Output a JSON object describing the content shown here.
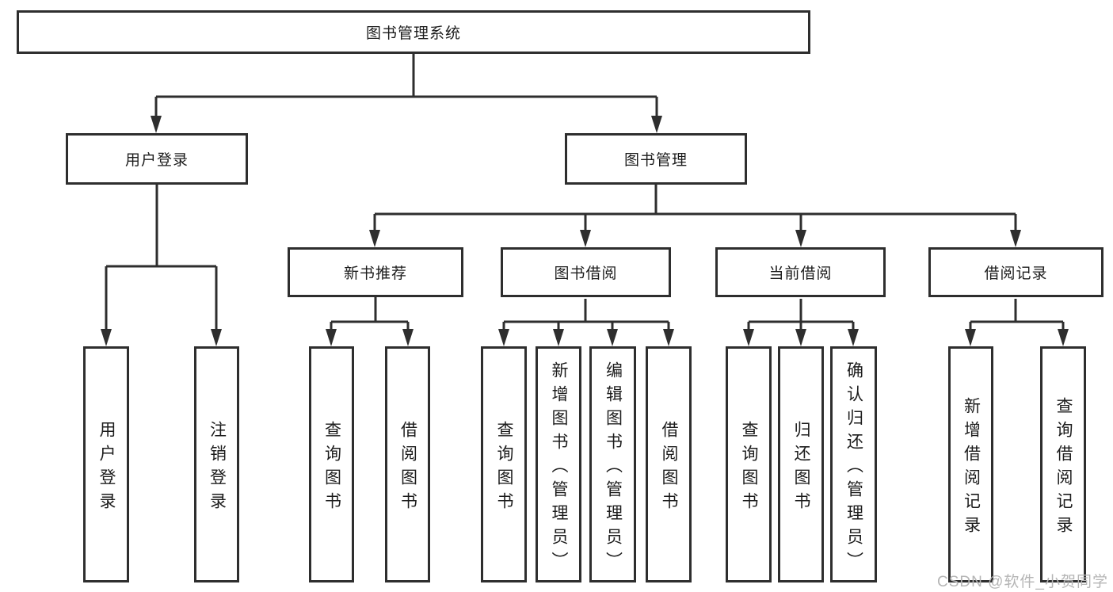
{
  "diagram": {
    "root": "图书管理系统",
    "level2": {
      "user_login": "用户登录",
      "book_management": "图书管理"
    },
    "level3": {
      "new_book_recommend": "新书推荐",
      "book_borrow": "图书借阅",
      "current_borrow": "当前借阅",
      "borrow_record": "借阅记录"
    },
    "leaves": {
      "user_login": "用户登录",
      "logout": "注销登录",
      "nb_query_book": "查询图书",
      "nb_borrow_book": "借阅图书",
      "bb_query_book": "查询图书",
      "bb_add_book": "新增图书（管理员）",
      "bb_edit_book": "编辑图书（管理员）",
      "bb_borrow_book": "借阅图书",
      "cb_query_book": "查询图书",
      "cb_return_book": "归还图书",
      "cb_confirm_return": "确认归还（管理员）",
      "br_add_record": "新增借阅记录",
      "br_query_record": "查询借阅记录"
    }
  },
  "watermark": {
    "text": "CSDN @软件_小贺同学",
    "color": "#b5b5b5"
  },
  "colors": {
    "line": "#2e2e2e",
    "text": "#1c1c1c",
    "background": "#ffffff"
  }
}
